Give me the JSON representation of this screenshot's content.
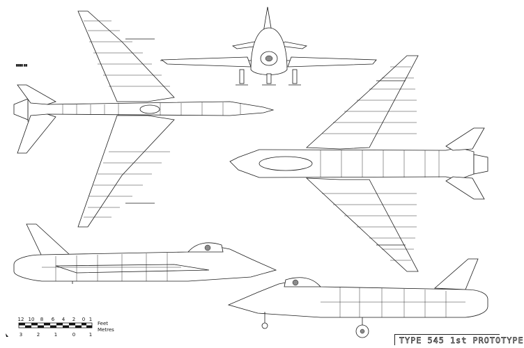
{
  "drawing": {
    "title": "TYPE 545  1st PROTOTYPE",
    "sheet_ref": "████ ██",
    "views": [
      "top-plan",
      "front-elevation",
      "underside-plan",
      "port-side-elevation",
      "starboard-side-elevation"
    ]
  },
  "scale_bar": {
    "feet_label": "Feet",
    "metres_label": "Metres",
    "feet_ticks": [
      "12",
      "10",
      "8",
      "6",
      "4",
      "2",
      "0",
      "1"
    ],
    "metre_ticks": [
      "3",
      "2",
      "1",
      "0",
      "1"
    ]
  },
  "colors": {
    "ink": "#1a1a1a",
    "paper": "#ffffff",
    "shade": "#8a8a8a"
  }
}
